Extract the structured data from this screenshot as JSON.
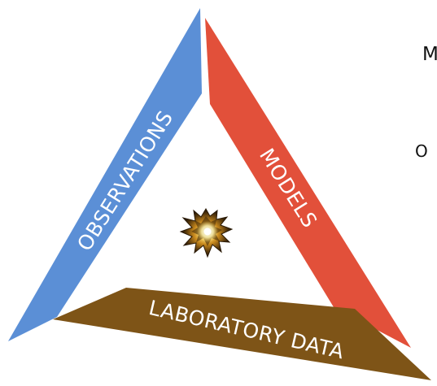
{
  "diagram": {
    "bands": {
      "observations": {
        "label": "OBSERVATIONS",
        "color": "#5b8fd6"
      },
      "models": {
        "label": "MODELS",
        "color": "#e2503a"
      },
      "laboratory": {
        "label": "LABORATORY DATA",
        "color": "#7e5417"
      }
    },
    "center_icon": "supernova-explosion-icon"
  },
  "side_fragments": {
    "upper": "M",
    "lower": "O"
  }
}
